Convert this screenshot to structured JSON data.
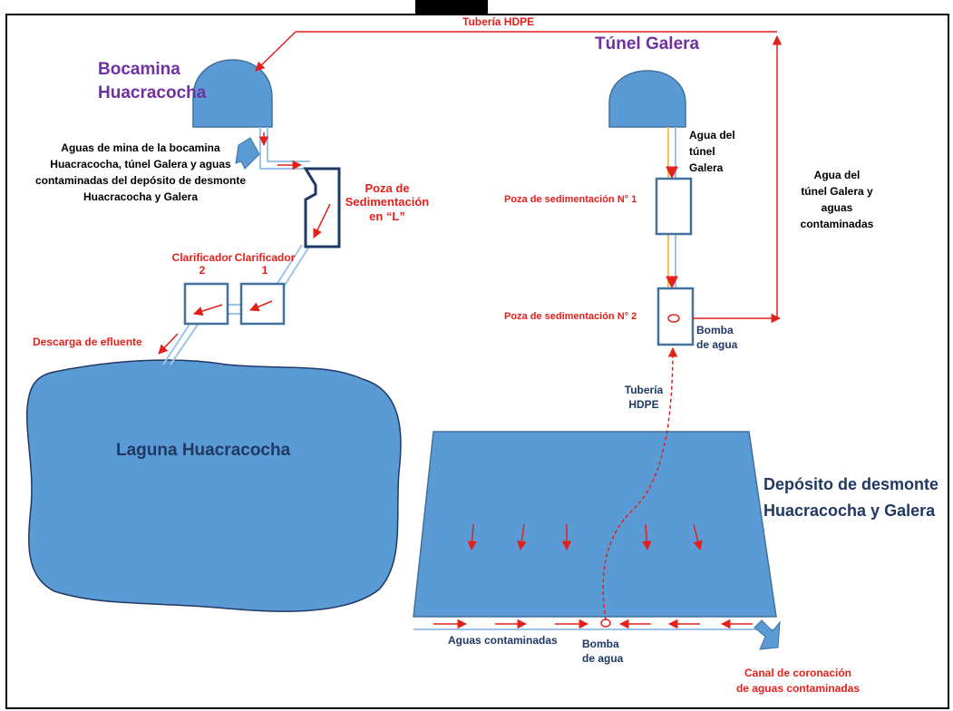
{
  "labels": {
    "tuberia_top": "Tubería HDPE",
    "bocamina_line1": "Bocamina",
    "bocamina_line2": "Huacracocha",
    "tunel_galera": "Túnel Galera",
    "aguas_mina": "Aguas de mina de la bocamina\nHuacracocha, túnel Galera y aguas\ncontaminadas del depósito de desmonte\nHuacracocha y Galera",
    "poza_l": "Poza de\nSedimentación\nen “L”",
    "clarificador_2": "Clarificador\n2",
    "clarificador_1": "Clarificador\n1",
    "descarga": "Descarga de efluente",
    "laguna": "Laguna Huacracocha",
    "agua_tunel": "Agua del\ntúnel\nGalera",
    "poza_1": "Poza de sedimentación N° 1",
    "poza_2": "Poza de sedimentación N° 2",
    "agua_tunel_contaminadas": "Agua del\ntúnel Galera y\naguas\ncontaminadas",
    "bomba_upper": "Bomba\nde agua",
    "tuberia_mid": "Tubería\nHDPE",
    "deposito": "Depósito de desmonte\nHuacracocha y Galera",
    "aguas_contaminadas": "Aguas contaminadas",
    "bomba_lower": "Bomba\nde agua",
    "canal": "Canal de coronación\nde aguas contaminadas"
  },
  "colors": {
    "fill_blue": "#5b9bd5",
    "box_stroke": "#41719c",
    "dark_stroke": "#1f3864",
    "red": "#e3201b",
    "purple": "#7030a0",
    "pipe_yellow": "#f2c14e",
    "pipe_blue": "#9dc3e6"
  }
}
